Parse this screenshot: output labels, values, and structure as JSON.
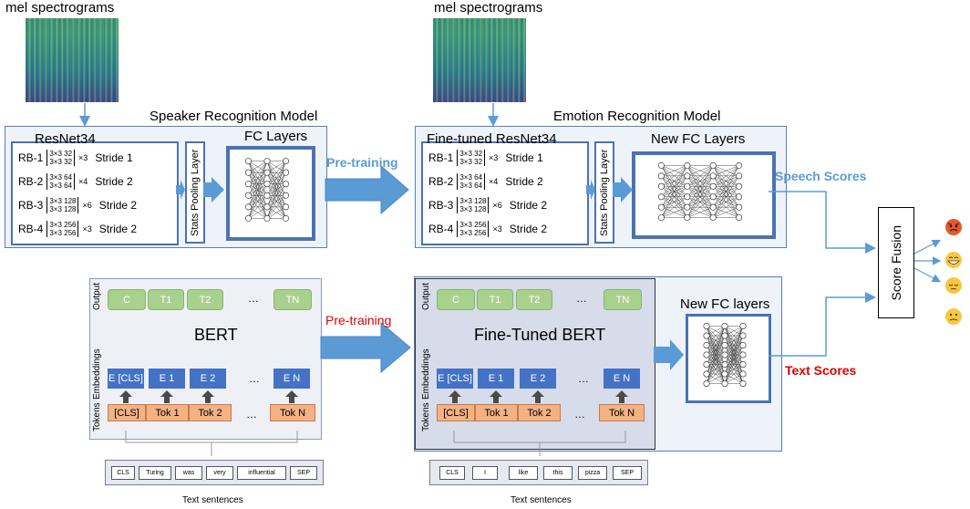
{
  "speaker": {
    "spec_label": "mel spectrograms",
    "model_title": "Speaker Recognition Model",
    "resnet_title": "ResNet34",
    "stats_label": "Stats Pooling Layer",
    "fc_title": "FC Layers",
    "rows": [
      {
        "name": "RB-1",
        "top": "3×3  32",
        "bot": "3×3  32",
        "mult": "×3",
        "stride": "Stride 1"
      },
      {
        "name": "RB-2",
        "top": "3×3  64",
        "bot": "3×3  64",
        "mult": "×4",
        "stride": "Stride 2"
      },
      {
        "name": "RB-3",
        "top": "3×3  128",
        "bot": "3×3  128",
        "mult": "×6",
        "stride": "Stride 2"
      },
      {
        "name": "RB-4",
        "top": "3×3  256",
        "bot": "3×3  256",
        "mult": "×3",
        "stride": "Stride 2"
      }
    ]
  },
  "emotion": {
    "spec_label": "mel spectrograms",
    "model_title": "Emotion Recognition Model",
    "resnet_title": "Fine-tuned ResNet34",
    "stats_label": "Stats Pooling Layer",
    "fc_title": "New FC Layers",
    "rows": [
      {
        "name": "RB-1",
        "top": "3×3  32",
        "bot": "3×3  32",
        "mult": "×3",
        "stride": "Stride 1"
      },
      {
        "name": "RB-2",
        "top": "3×3  64",
        "bot": "3×3  64",
        "mult": "×4",
        "stride": "Stride 2"
      },
      {
        "name": "RB-3",
        "top": "3×3  128",
        "bot": "3×3  128",
        "mult": "×6",
        "stride": "Stride 2"
      },
      {
        "name": "RB-4",
        "top": "3×3  256",
        "bot": "3×3  256",
        "mult": "×3",
        "stride": "Stride 2"
      }
    ]
  },
  "pretrain_top": "Pre-training",
  "pretrain_bottom": "Pre-training",
  "speech_scores": "Speech Scores",
  "text_scores": "Text Scores",
  "score_fusion": "Score Fusion",
  "bert": {
    "title": "BERT",
    "output_label": "Output",
    "embeddings_label": "Embeddings",
    "tokens_label": "Tokens",
    "outputs": [
      "C",
      "T1",
      "T2",
      "…",
      "TN"
    ],
    "embeds": [
      "E [CLS]",
      "E 1",
      "E 2",
      "…",
      "E N"
    ],
    "tokens": [
      "[CLS]",
      "Tok 1",
      "Tok 2",
      "…",
      "Tok N"
    ],
    "words": [
      "CLS",
      "Turing",
      "was",
      "very",
      "influential",
      "SEP"
    ],
    "caption": "Text sentences"
  },
  "ftbert": {
    "title": "Fine-Tuned BERT",
    "output_label": "Output",
    "embeddings_label": "Embeddings",
    "tokens_label": "Tokens",
    "outputs": [
      "C",
      "T1",
      "T2",
      "…",
      "TN"
    ],
    "embeds": [
      "E [CLS]",
      "E 1",
      "E 2",
      "…",
      "E N"
    ],
    "tokens": [
      "[CLS]",
      "Tok 1",
      "Tok 2",
      "…",
      "Tok N"
    ],
    "words": [
      "CLS",
      "I",
      "like",
      "this",
      "pizza",
      "SEP"
    ],
    "caption": "Text sentences",
    "fc_title": "New FC layers"
  },
  "colors": {
    "accent_blue": "#5b9bd5",
    "red": "#e00000",
    "panel_border": "#4a73b0"
  },
  "emojis": [
    "angry-face-icon",
    "grinning-face-icon",
    "pensive-face-icon",
    "neutral-face-icon"
  ]
}
